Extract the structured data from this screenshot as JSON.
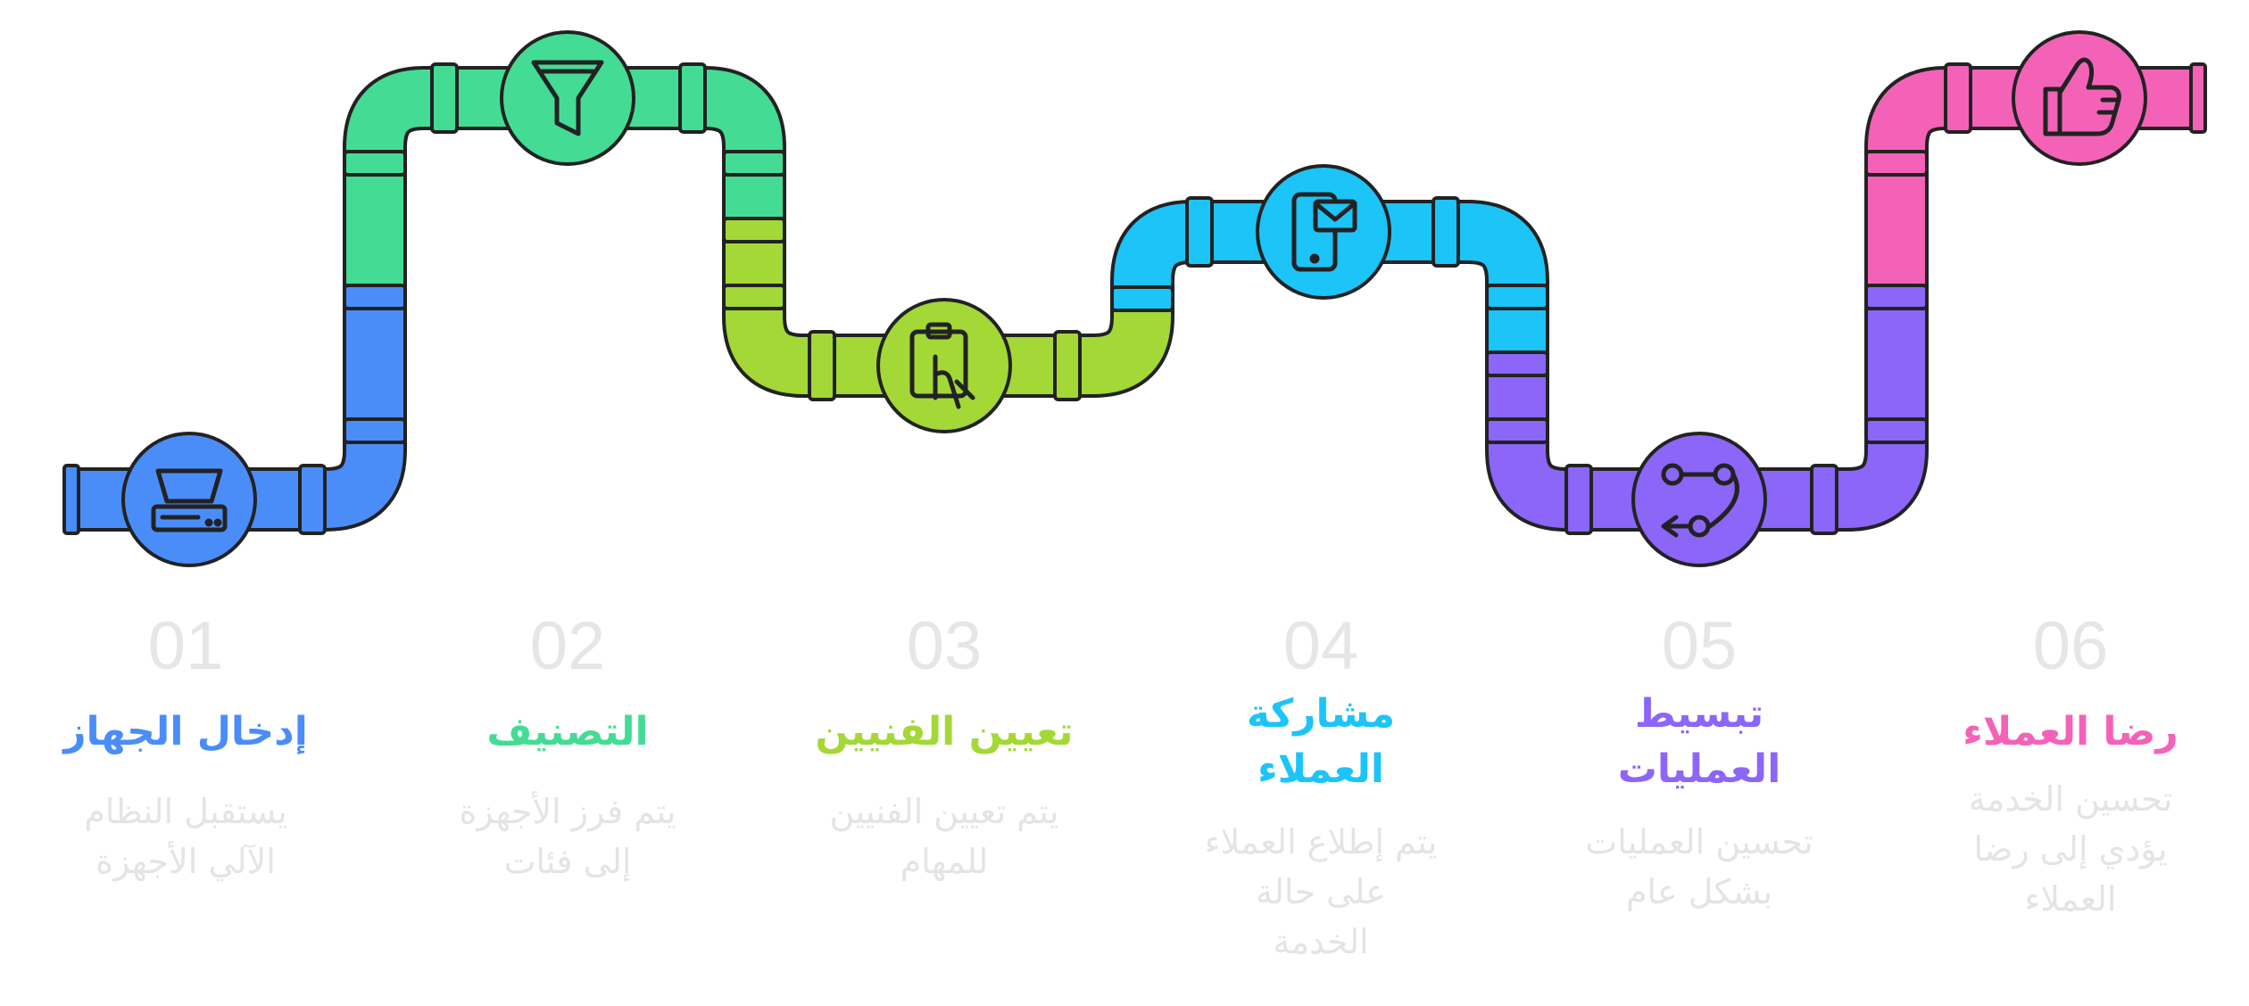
{
  "steps": [
    {
      "number": "01",
      "title": "إدخال الجهاز",
      "description": "يستقبل النظام\nالآلي الأجهزة",
      "color": "#4b8df8",
      "icon": "scanner-icon"
    },
    {
      "number": "02",
      "title": "التصنيف",
      "description": "يتم فرز الأجهزة\nإلى فئات",
      "color": "#44dc94",
      "icon": "filter-icon"
    },
    {
      "number": "03",
      "title": "تعيين الفنيين",
      "description": "يتم تعيين الفنيين\nللمهام",
      "color": "#a3d836",
      "icon": "clipboard-hand-icon"
    },
    {
      "number": "04",
      "title": "مشاركة\nالعملاء",
      "description": "يتم إطلاع العملاء\nعلى حالة\nالخدمة",
      "color": "#1cc4f8",
      "icon": "mobile-mail-icon"
    },
    {
      "number": "05",
      "title": "تبسيط\nالعمليات",
      "description": "تحسين العمليات\nبشكل عام",
      "color": "#8b66f8",
      "icon": "workflow-icon"
    },
    {
      "number": "06",
      "title": "رضا العملاء",
      "description": "تحسين الخدمة\nيؤدي إلى رضا\nالعملاء",
      "color": "#f462b8",
      "icon": "thumbs-up-icon"
    }
  ]
}
